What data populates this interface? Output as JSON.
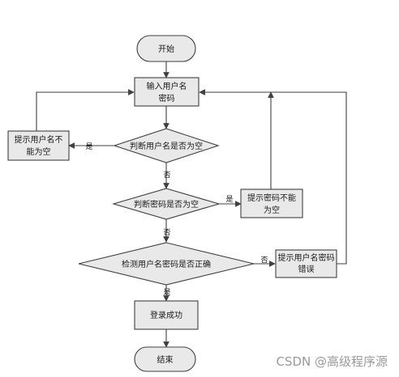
{
  "nodes": {
    "start": "开始",
    "input_line1": "输入用户名",
    "input_line2": "密码",
    "check_username": "判断用户名是否为空",
    "warn_username_line1": "提示用户名不",
    "warn_username_line2": "能为空",
    "check_password": "判断密码是否为空",
    "warn_password_line1": "提示密码不能",
    "warn_password_line2": "为空",
    "check_credentials": "检测用户名密码是否正确",
    "warn_credentials_line1": "提示用户名密码",
    "warn_credentials_line2": "错误",
    "login_success": "登录成功",
    "end": "结束"
  },
  "edge_labels": {
    "yes_username": "是",
    "no_username": "否",
    "yes_password": "是",
    "no_password": "否",
    "no_credentials": "否",
    "yes_credentials": "是"
  },
  "watermark": "CSDN @高级程序源"
}
